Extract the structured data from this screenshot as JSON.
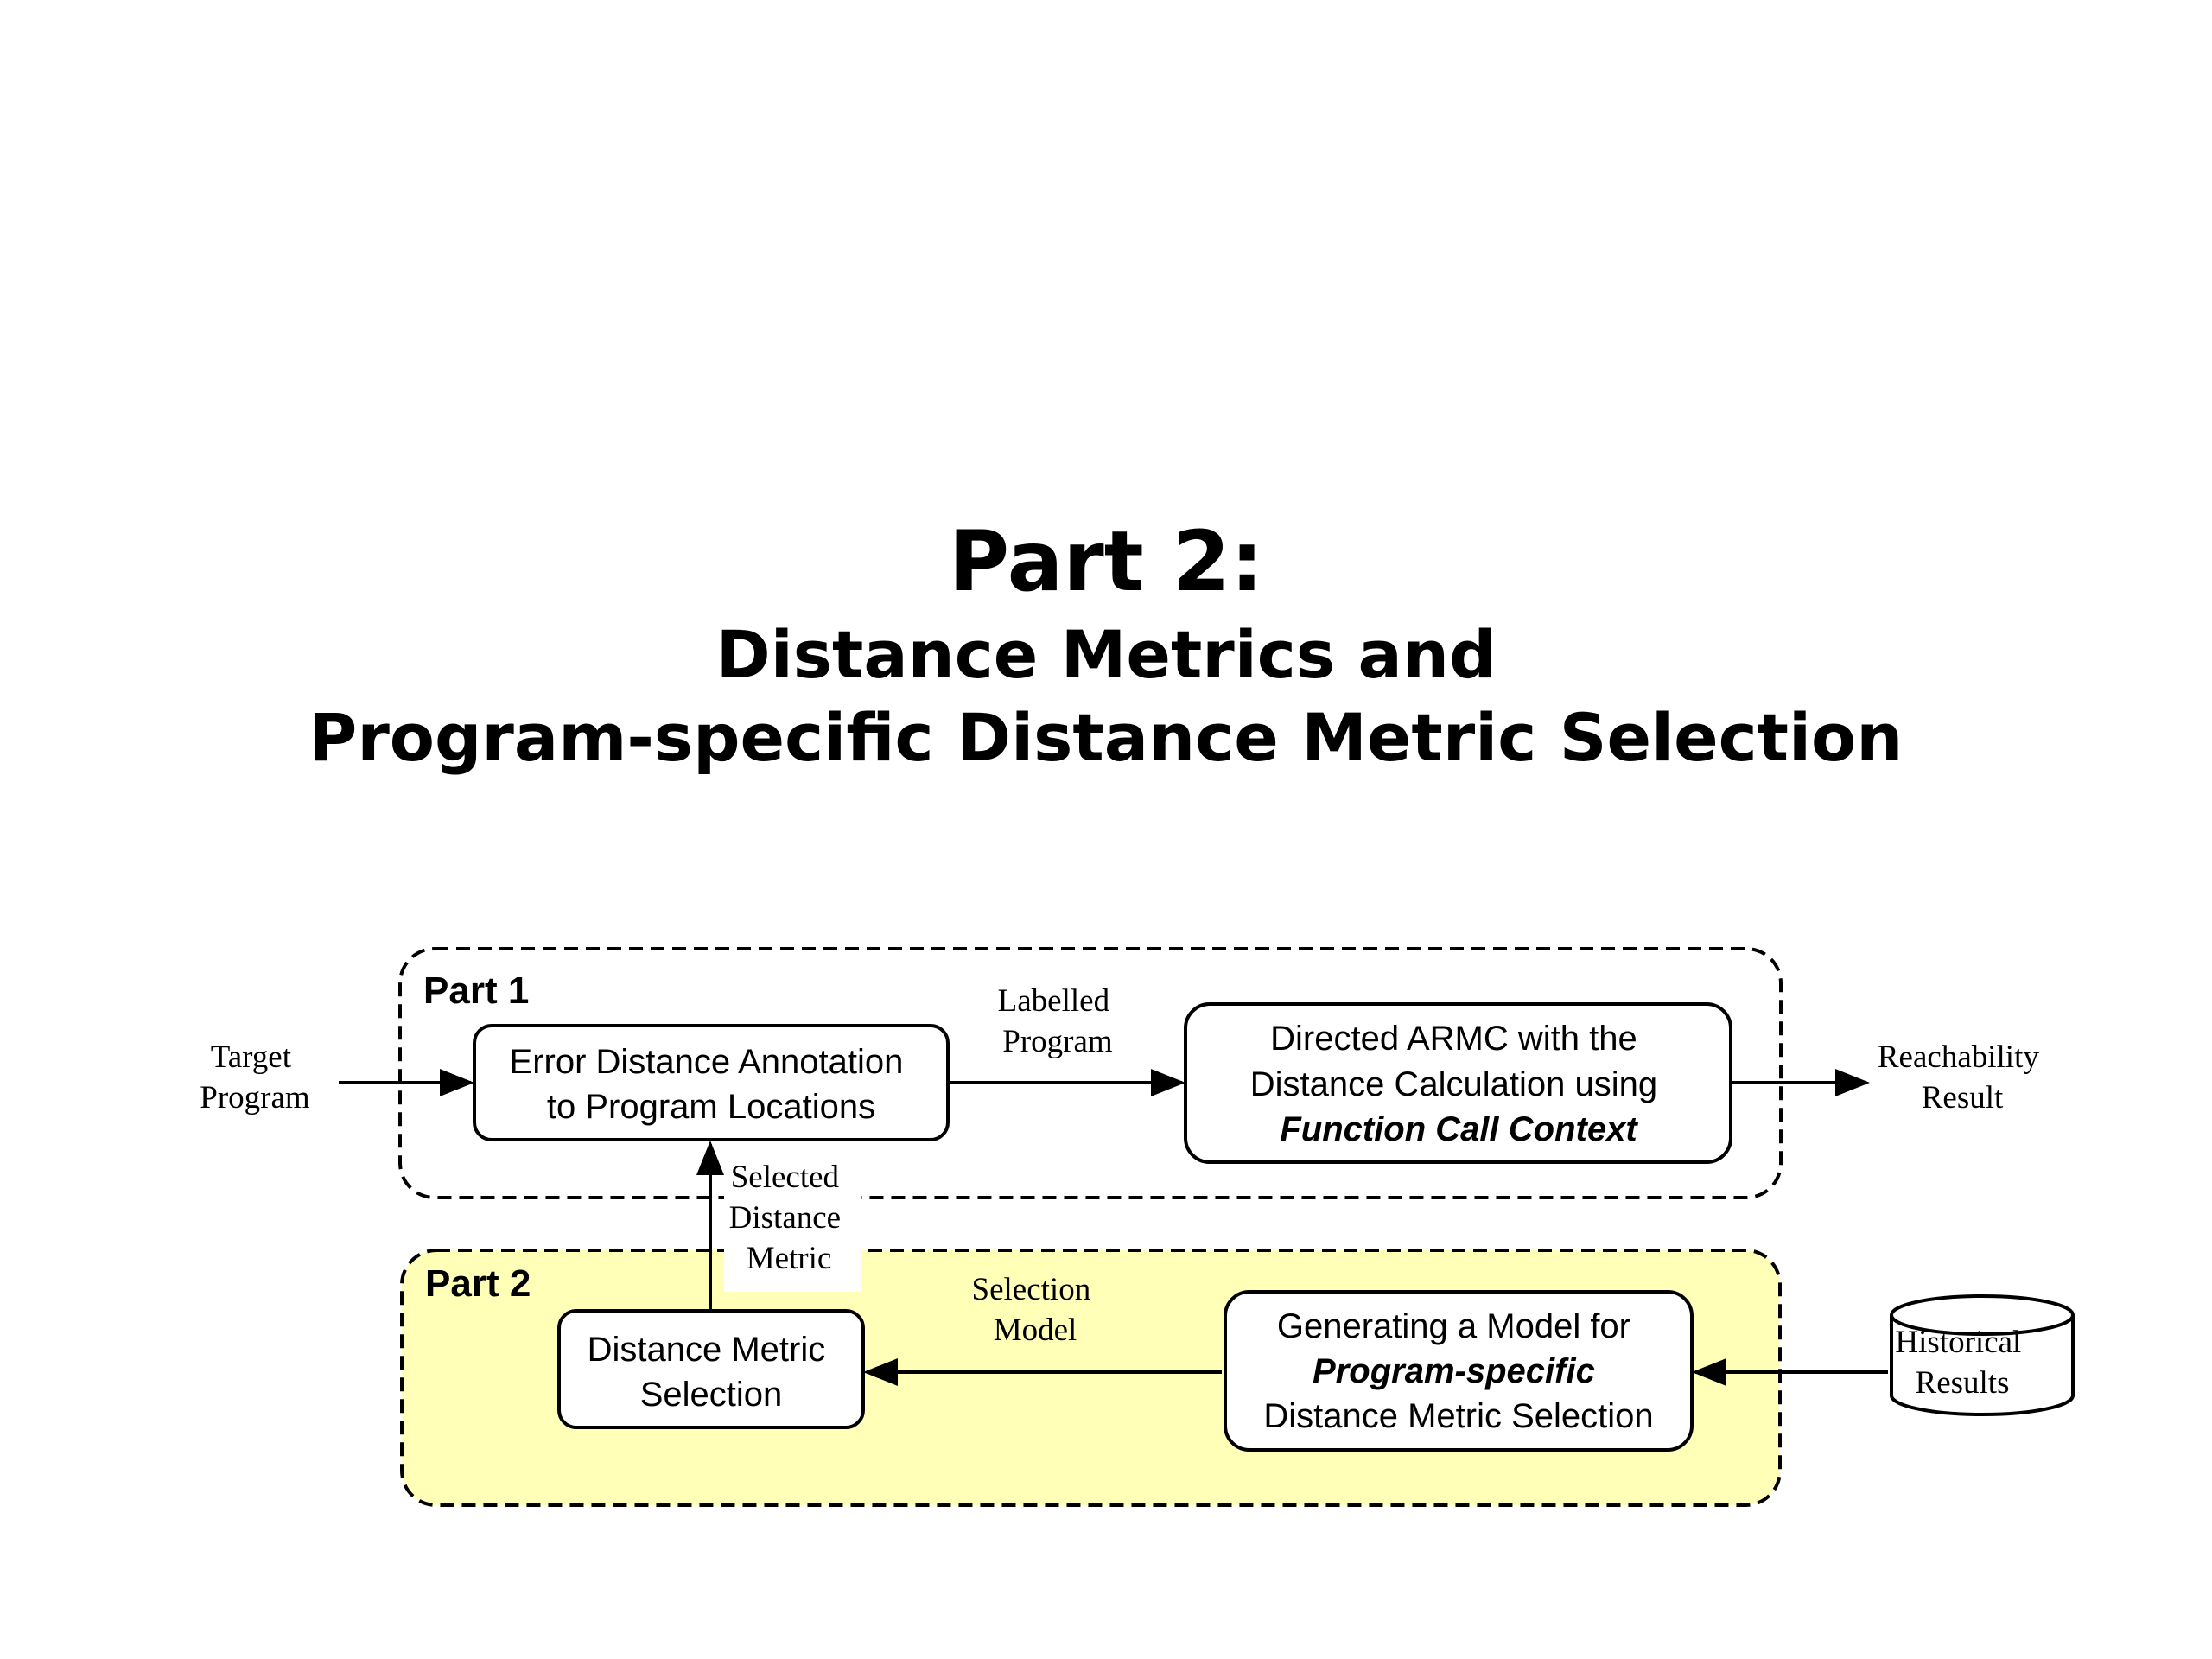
{
  "title": {
    "line1": "Part 2:",
    "line2": "Distance Metrics and",
    "line3": "Program-specific Distance Metric Selection"
  },
  "diagram": {
    "part1": {
      "label": "Part 1"
    },
    "part2": {
      "label": "Part 2",
      "fill_color": "#FFFFB7"
    },
    "input": {
      "line1": "Target",
      "line2": "Program"
    },
    "annotation_box": {
      "line1": "Error Distance Annotation",
      "line2": "to Program Locations"
    },
    "labelled_program": {
      "line1": "Labelled",
      "line2": "Program"
    },
    "armc_box": {
      "line1": "Directed ARMC with the",
      "line2": "Distance Calculation using",
      "line3": "Function Call Context"
    },
    "output": {
      "line1": "Reachability",
      "line2": "Result"
    },
    "selected_metric": {
      "line1": "Selected",
      "line2": "Distance",
      "line3": "Metric"
    },
    "selection_box": {
      "line1": "Distance Metric",
      "line2": "Selection"
    },
    "selection_model": {
      "line1": "Selection",
      "line2": "Model"
    },
    "model_box": {
      "line1": "Generating a Model for",
      "line2": "Program-specific",
      "line3": "Distance Metric Selection"
    },
    "historical": {
      "line1": "Historical",
      "line2": "Results"
    }
  }
}
